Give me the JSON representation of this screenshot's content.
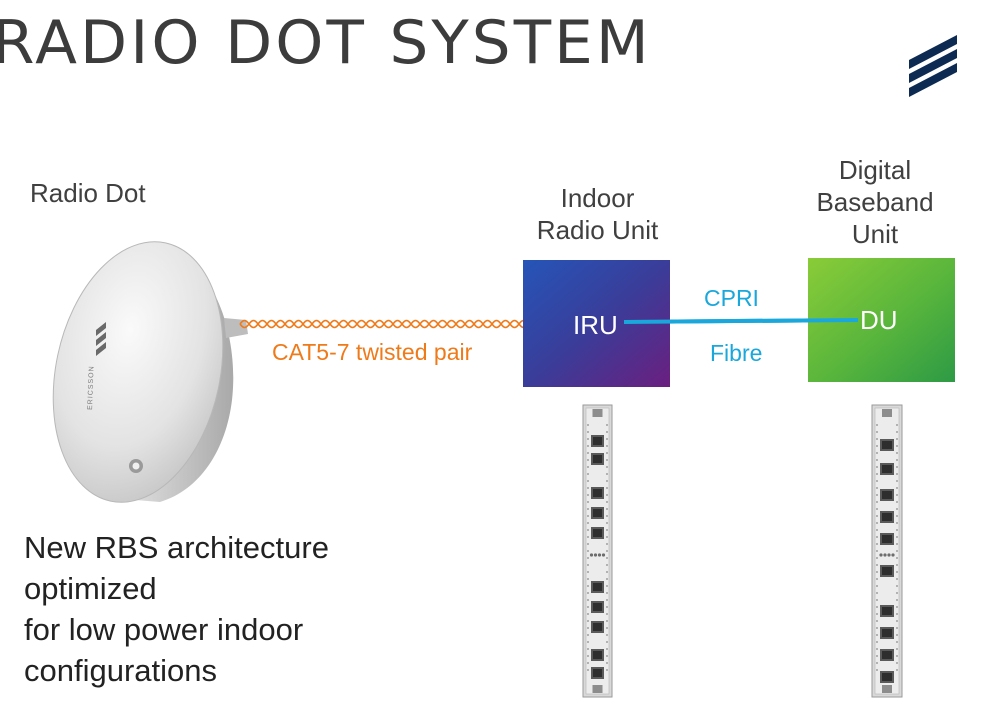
{
  "title": "RADIO DOT SYSTEM",
  "radio_dot": {
    "label": "Radio Dot",
    "brand": "ERICSSON"
  },
  "iru": {
    "caption_line1": "Indoor",
    "caption_line2": "Radio Unit",
    "text": "IRU"
  },
  "du": {
    "caption_line1": "Digital",
    "caption_line2": "Baseband",
    "caption_line3": "Unit",
    "text": "DU"
  },
  "cable": {
    "label": "CAT5-7 twisted pair"
  },
  "fibre": {
    "label_top": "CPRI",
    "label_bottom": "Fibre"
  },
  "description": {
    "line1": "New RBS architecture",
    "line2": "optimized",
    "line3": "for low power indoor",
    "line4": "configurations"
  },
  "colors": {
    "cable": "#ef7a1a",
    "fibre": "#1aa7db",
    "iru_gradient": [
      "#2555b8",
      "#6b1f7f"
    ],
    "du_gradient": [
      "#8acc38",
      "#2d9a45"
    ],
    "logo": "#0c2a52"
  },
  "icons": {
    "logo": "ericsson-logo-icon",
    "radio_dot": "radio-dot-device-icon",
    "iru_board": "iru-circuit-board-icon",
    "du_board": "du-circuit-board-icon"
  }
}
